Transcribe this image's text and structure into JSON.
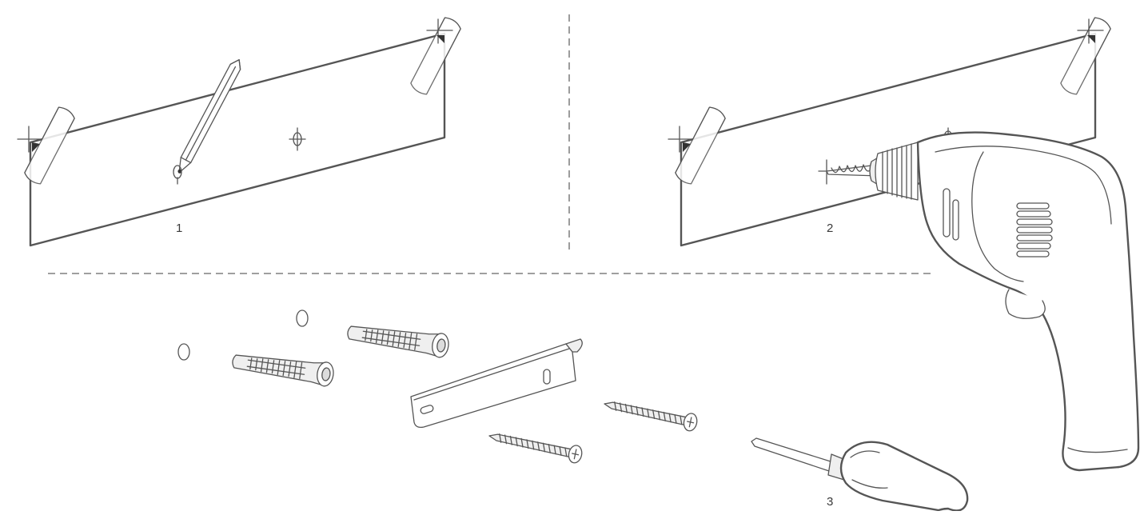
{
  "steps": [
    {
      "label": "1"
    },
    {
      "label": "2"
    },
    {
      "label": "3"
    }
  ],
  "icons": {
    "pencil": "pencil-icon",
    "drill": "drill-icon",
    "screwdriver": "screwdriver-icon",
    "wall_plug": "wall-plug-icon",
    "screw": "screw-icon",
    "bracket": "mounting-bracket-icon",
    "template": "paper-template-icon",
    "tape": "masking-tape-icon"
  }
}
